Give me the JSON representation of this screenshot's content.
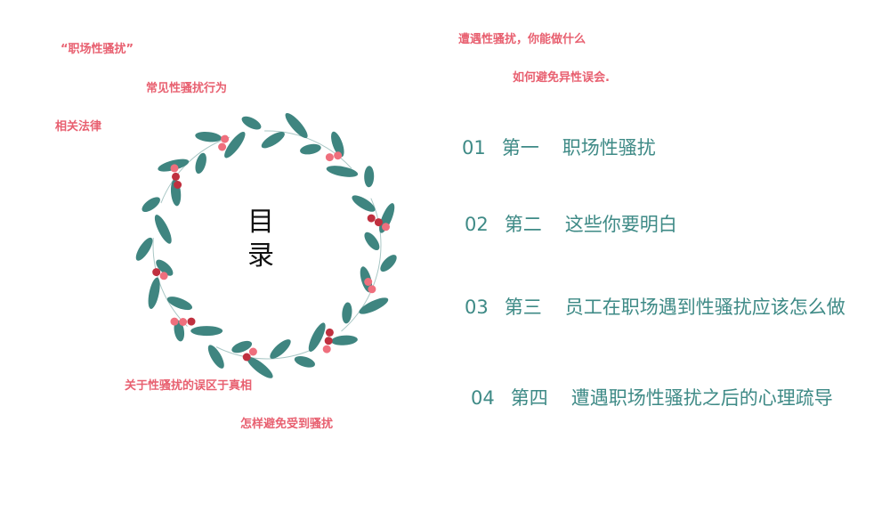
{
  "floating_tags": [
    "“职场性骚扰”",
    "常见性骚扰行为",
    "相关法律",
    "关于性骚扰的误区于真相",
    "怎样避免受到骚扰",
    "遭遇性骚扰，你能做什么",
    "如何避免异性误会."
  ],
  "title": {
    "line1": "目",
    "line2": "录"
  },
  "toc": [
    {
      "num": "01",
      "ord": "第一",
      "text": "职场性骚扰"
    },
    {
      "num": "02",
      "ord": "第二",
      "text": "这些你要明白"
    },
    {
      "num": "03",
      "ord": "第三",
      "text": "员工在职场遇到性骚扰应该怎么做"
    },
    {
      "num": "04",
      "ord": "第四",
      "text": "遭遇职场性骚扰之后的心理疏导"
    }
  ],
  "colors": {
    "leaf": "#3f8580",
    "berry_red": "#c0303f",
    "berry_pink": "#ef6f7d",
    "toc_text": "#3e8a86",
    "tag_text": "#e86070"
  },
  "icons": [
    "wreath-decoration"
  ]
}
